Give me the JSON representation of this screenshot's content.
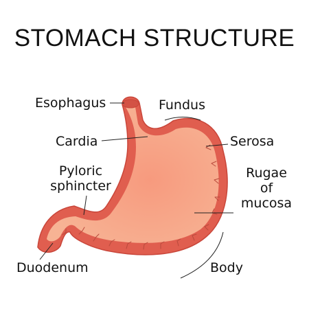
{
  "title": "STOMACH STRUCTURE",
  "labels": {
    "esophagus": "Esophagus",
    "fundus": "Fundus",
    "cardia": "Cardia",
    "serosa": "Serosa",
    "pyloric_line1": "Pyloric",
    "pyloric_line2": "sphincter",
    "rugae_line1": "Rugae",
    "rugae_line2": "of",
    "rugae_line3": "mucosa",
    "duodenum": "Duodenum",
    "body": "Body"
  },
  "colors": {
    "outer_wall": "#e05e4f",
    "outline": "#c9463a",
    "inner_lining": "#f6a085",
    "vessels": "#b94a3c",
    "leader_lines": "#222222"
  }
}
